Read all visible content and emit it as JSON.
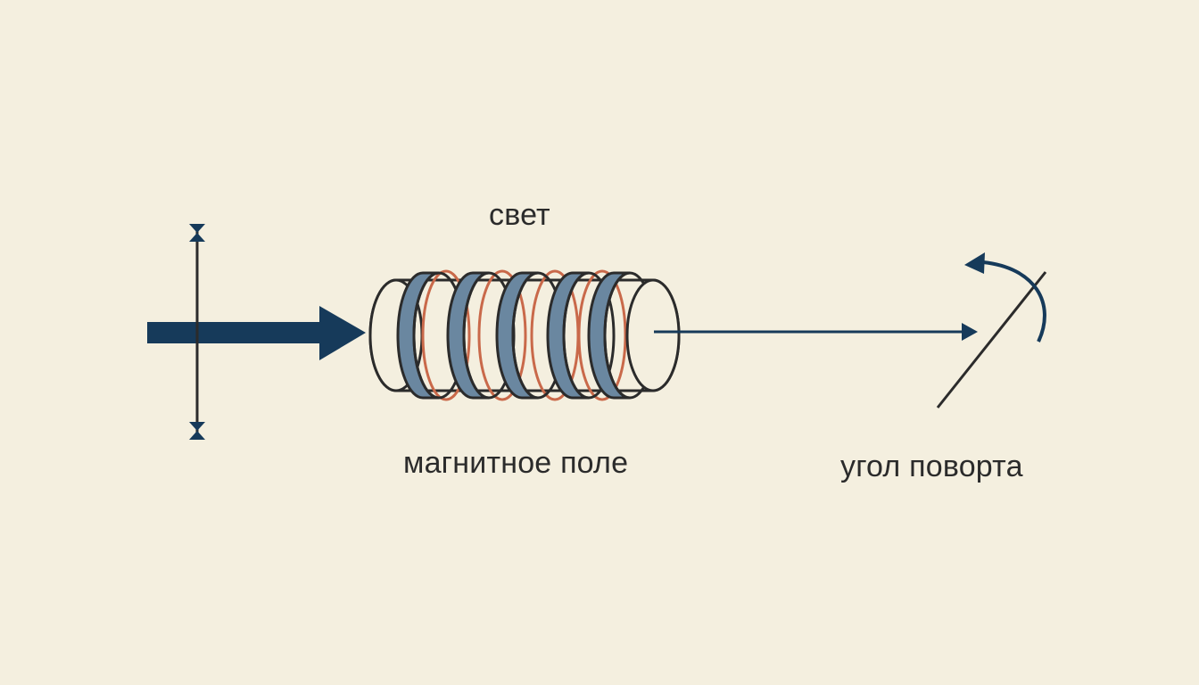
{
  "labels": {
    "light": "свет",
    "magnetic_field": "магнитное поле",
    "rotation_angle": "угол поворта"
  },
  "colors": {
    "background": "#f4efdf",
    "navy": "#163a5a",
    "coil_blue": "#6a87a0",
    "copper": "#c9694a",
    "outline": "#2b2b2b"
  },
  "icons": {
    "input_beam": "thick-right-arrow",
    "polarizer": "vertical-line-with-end-markers",
    "analyzer": "tilted-line-with-rotation-arrow"
  }
}
